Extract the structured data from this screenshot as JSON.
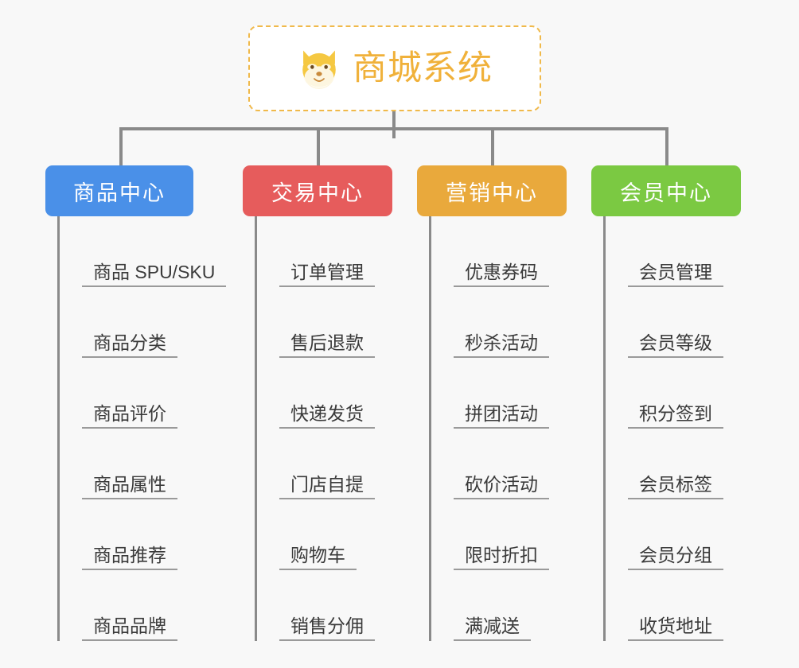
{
  "diagram": {
    "type": "mind-map",
    "background_color": "#f8f8f8",
    "root": {
      "title": "商城系统",
      "icon": "dog-face-icon",
      "text_color": "#f0b13a",
      "border_color": "#f0b94a",
      "border_style": "dashed",
      "background_color": "#ffffff"
    },
    "branches": [
      {
        "id": "product-center",
        "label": "商品中心",
        "color": "#4a90e8",
        "items": [
          "商品 SPU/SKU",
          "商品分类",
          "商品评价",
          "商品属性",
          "商品推荐",
          "商品品牌"
        ]
      },
      {
        "id": "trade-center",
        "label": "交易中心",
        "color": "#e65c5c",
        "items": [
          "订单管理",
          "售后退款",
          "快递发货",
          "门店自提",
          "购物车",
          "销售分佣"
        ]
      },
      {
        "id": "marketing-center",
        "label": "营销中心",
        "color": "#e9a93c",
        "items": [
          "优惠券码",
          "秒杀活动",
          "拼团活动",
          "砍价活动",
          "限时折扣",
          "满减送"
        ]
      },
      {
        "id": "member-center",
        "label": "会员中心",
        "color": "#7bc942",
        "items": [
          "会员管理",
          "会员等级",
          "积分签到",
          "会员标签",
          "会员分组",
          "收货地址"
        ]
      }
    ],
    "connector_color": "#8a8a8a",
    "leaf_text_color": "#3a3a3a",
    "leaf_underline_color": "#9a9a9a"
  }
}
